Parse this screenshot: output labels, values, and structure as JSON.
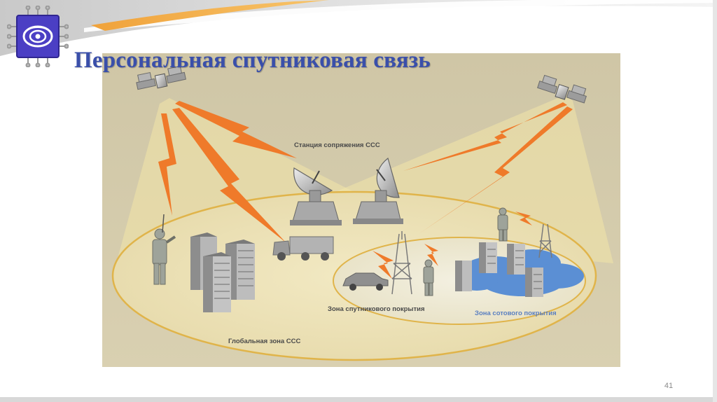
{
  "slide": {
    "title": "Персональная спутниковая связь",
    "page_number": "41"
  },
  "figure": {
    "labels": {
      "gateway_station": "Станция сопряжения ССС",
      "satellite_coverage_zone": "Зона спутникового покрытия",
      "cellular_coverage_zone": "Зона сотового покрытия",
      "global_zone": "Глобальная зона ССС"
    }
  },
  "colors": {
    "title": "#3a4faa",
    "figure_background": "#dbd3b8",
    "beam": "#f3e6a8",
    "lightning": "#ef7a2a",
    "cellular_zone": "#5b8fd4",
    "logo": "#4b3fc4"
  },
  "icons": [
    "logo-chip-icon",
    "satellite-icon",
    "dish-antenna-icon",
    "truck-icon",
    "car-icon",
    "tower-icon",
    "building-icon",
    "person-icon"
  ]
}
